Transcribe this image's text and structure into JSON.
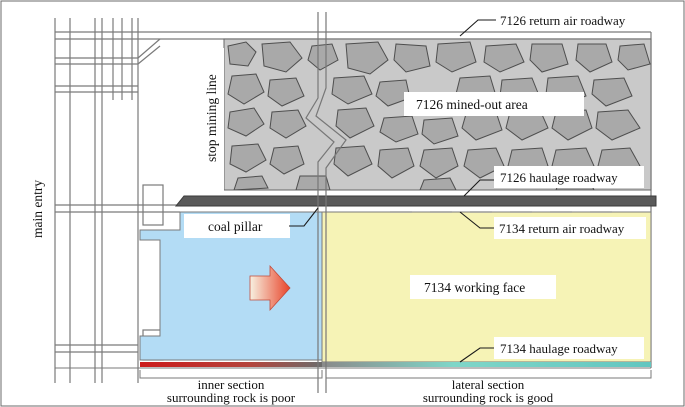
{
  "labels": {
    "return_air_7126": "7126 return air roadway",
    "mined_out_area": "7126 mined-out area",
    "haulage_7126": "7126 haulage roadway",
    "return_air_7134": "7134 return air roadway",
    "working_face": "7134 working face",
    "haulage_7134": "7134 haulage roadway",
    "stop_mining_line": "stop mining line",
    "coal_pillar": "coal pillar",
    "main_entry": "main entry",
    "inner_section_line1": "inner section",
    "inner_section_line2": "surrounding rock is poor",
    "lateral_section_line1": "lateral section",
    "lateral_section_line2": "surrounding rock is good"
  },
  "colors": {
    "goaf_fill": "#c9c9c9",
    "rock_fill": "#a9a9a9",
    "pillar_fill": "#b3dcf5",
    "face_fill": "#f6f3b6",
    "haulage_7126": "#5a5a5a",
    "arrow_start": "#f7f1e1",
    "arrow_end": "#e8442a",
    "inner_bar": "#cc1a1a",
    "lateral_bar": "#7fd6c8"
  }
}
